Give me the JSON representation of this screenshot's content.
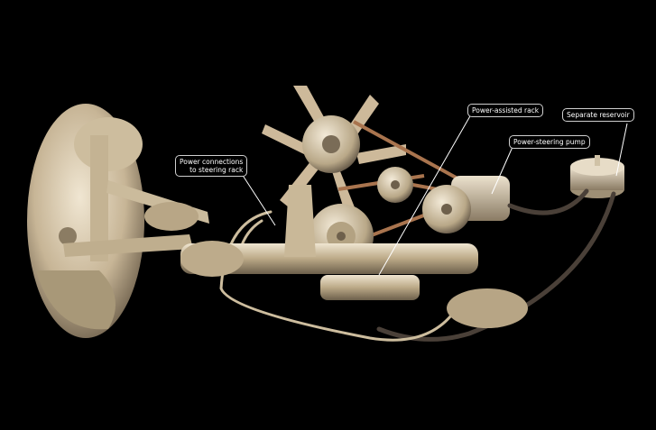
{
  "diagram": {
    "subject": "power-steering system illustration",
    "labels": {
      "power_connections_line1": "Power connections",
      "power_connections_line2": "to steering rack",
      "power_assisted_rack": "Power-assisted rack",
      "power_steering_pump": "Power-steering pump",
      "separate_reservoir": "Separate reservoir"
    }
  },
  "colors": {
    "background": "#000000",
    "metal_light": "#d9ccb4",
    "metal_mid": "#b6a587",
    "metal_dark": "#6f6352",
    "belt": "#a9744e",
    "label_border": "#cfcfcf",
    "label_text": "#ffffff"
  }
}
